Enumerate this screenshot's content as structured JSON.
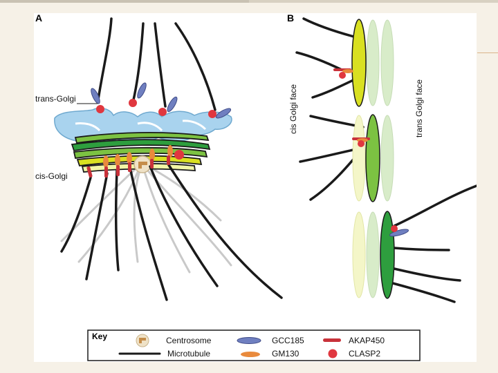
{
  "figure": {
    "panel_a": {
      "label": "A",
      "trans_label": "trans-Golgi",
      "cis_label": "cis-Golgi"
    },
    "panel_b": {
      "label": "B",
      "cis_face": "cis Golgi face",
      "trans_face": "trans Golgi face"
    },
    "key": {
      "title": "Key",
      "items": [
        {
          "label": "Centrosome",
          "icon": "centrosome-icon"
        },
        {
          "label": "GCC185",
          "icon": "gcc185-icon",
          "color": "#6f7fc0"
        },
        {
          "label": "AKAP450",
          "icon": "akap450-icon",
          "color": "#c8323a"
        },
        {
          "label": "Microtubule",
          "icon": "microtubule-icon",
          "color": "#1a1a1a"
        },
        {
          "label": "GM130",
          "icon": "gm130-icon",
          "color": "#e98a3c"
        },
        {
          "label": "CLASP2",
          "icon": "clasp2-icon",
          "color": "#e0373f"
        }
      ]
    },
    "colors": {
      "trans_golgi": "#a9d3ee",
      "cis_cisterna": "#d9e021",
      "medial_cisterna": "#7cc242",
      "trans_cisterna": "#2e9e3e",
      "faded_cisterna": "#d8ecc9"
    }
  }
}
